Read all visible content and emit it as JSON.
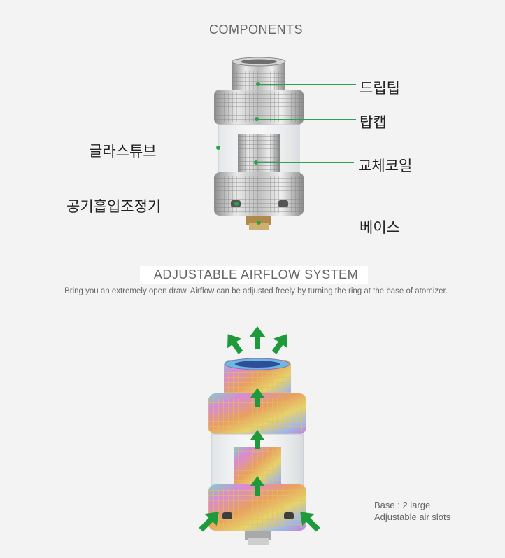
{
  "components": {
    "title": "COMPONENTS",
    "labels": {
      "drip_tip": "드립팁",
      "top_cap": "탑캡",
      "glass_tube": "글라스튜브",
      "coil": "교체코일",
      "airflow_control": "공기흡입조정기",
      "base": "베이스"
    }
  },
  "airflow": {
    "title": "ADJUSTABLE AIRFLOW SYSTEM",
    "description": "Bring you an extremely open draw. Airflow can be adjusted freely by turning the ring at the base of atomizer.",
    "note_line1": "Base : 2 large",
    "note_line2": "Adjustable air slots"
  },
  "colors": {
    "accent_green": "#2aa44a",
    "arrow_green": "#1f9a3a",
    "steel": "#c9c9c9"
  }
}
